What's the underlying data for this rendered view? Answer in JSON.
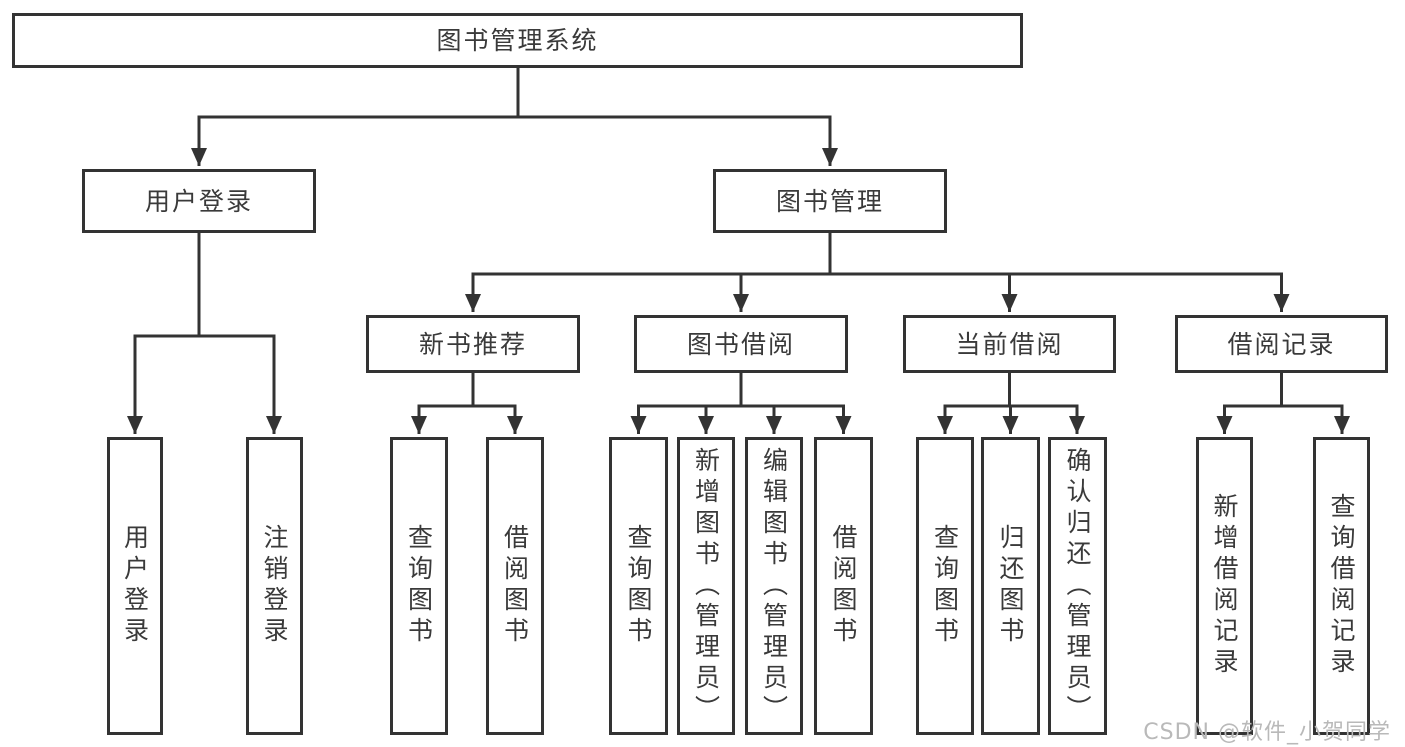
{
  "diagram": {
    "title": "图书管理系统",
    "children": [
      {
        "label": "用户登录",
        "children": [
          {
            "label": "用户登录"
          },
          {
            "label": "注销登录"
          }
        ]
      },
      {
        "label": "图书管理",
        "children": [
          {
            "label": "新书推荐",
            "children": [
              {
                "label": "查询图书"
              },
              {
                "label": "借阅图书"
              }
            ]
          },
          {
            "label": "图书借阅",
            "children": [
              {
                "label": "查询图书"
              },
              {
                "label": "新增图书（管理员）"
              },
              {
                "label": "编辑图书（管理员）"
              },
              {
                "label": "借阅图书"
              }
            ]
          },
          {
            "label": "当前借阅",
            "children": [
              {
                "label": "查询图书"
              },
              {
                "label": "归还图书"
              },
              {
                "label": "确认归还（管理员）"
              }
            ]
          },
          {
            "label": "借阅记录",
            "children": [
              {
                "label": "新增借阅记录"
              },
              {
                "label": "查询借阅记录"
              }
            ]
          }
        ]
      }
    ]
  },
  "watermark": {
    "text": "CSDN @软件_小贺同学"
  },
  "colors": {
    "line": "#333333",
    "text": "#3a3a3a",
    "watermark": "#b9b9b9",
    "background": "#ffffff"
  }
}
